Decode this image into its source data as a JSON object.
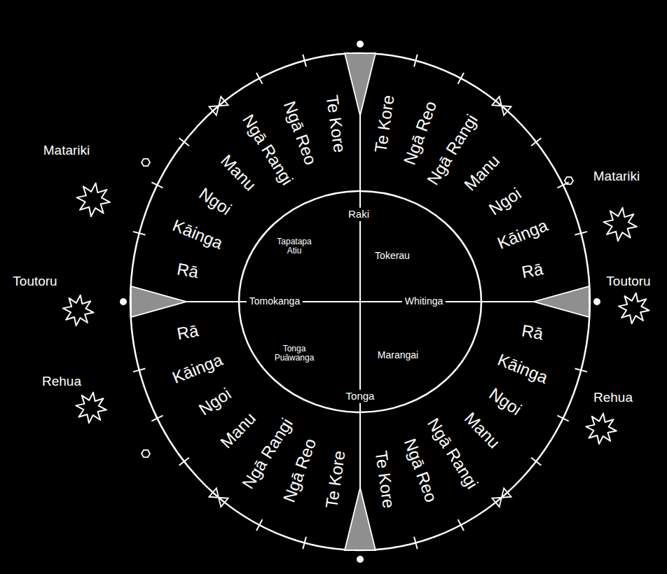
{
  "diagram": {
    "nodes": [
      {
        "text": [
          "Te Kore",
          "Ngā Reo",
          "Ngā Rangi",
          "Manu",
          "Ngoi",
          "Kāinga",
          "Rā",
          "Te Kore",
          "Ngā Reo",
          "Ngā Rangi",
          "Manu",
          "Ngoi",
          "Kāinga",
          "Rā",
          "Rā",
          "Kāinga",
          "Ngoi",
          "Manu",
          "Ngā Rangi",
          "Ngā Reo",
          "Te Kore",
          "Rā",
          "Kāinga",
          "Ngoi",
          "Manu",
          "Ngā Rangi",
          "Ngā Reo",
          "Te Kore"
        ]
      },
      {
        "text": [
          "Raki",
          "Tapatapa Atiu",
          "Tokerau",
          "Tomokanga",
          "Whitinga",
          "Tonga Puāwanga",
          "Marangai",
          "Tonga"
        ],
        "in": 0
      },
      {
        "text": [
          "Matariki"
        ]
      },
      {
        "text": [
          "Matariki"
        ]
      },
      {
        "text": [
          "Toutoru"
        ]
      },
      {
        "text": [
          "Toutoru"
        ]
      },
      {
        "text": [
          "Rehua"
        ]
      },
      {
        "text": [
          "Rehua"
        ]
      }
    ]
  }
}
